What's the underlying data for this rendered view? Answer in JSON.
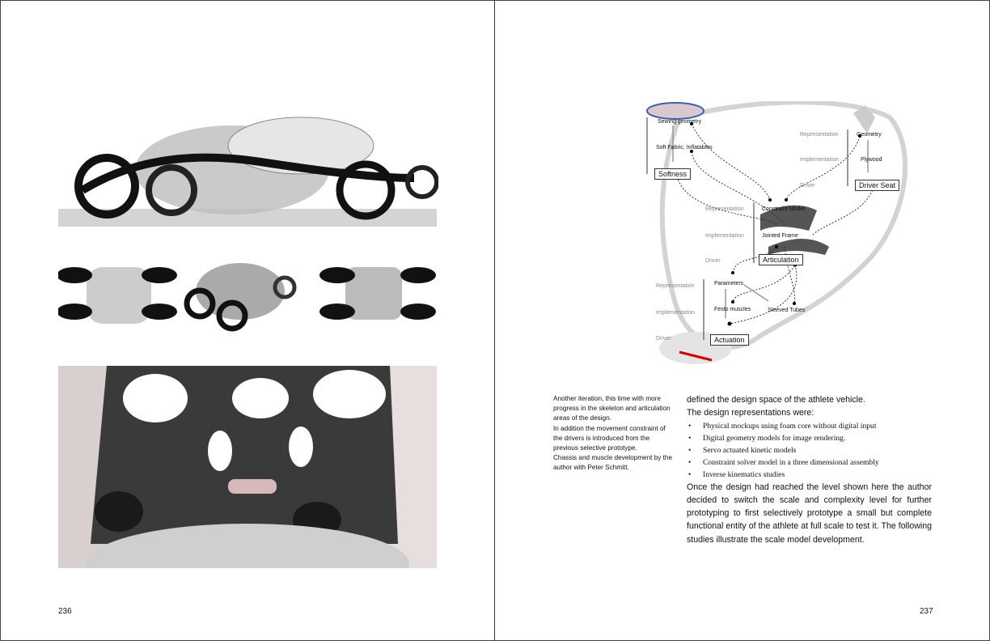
{
  "left_page": {
    "page_number": "236"
  },
  "right_page": {
    "page_number": "237",
    "diagram": {
      "softness": {
        "title": "Softness",
        "representation": "Sewing geometry",
        "implementation": "Soft Fabric, Inflatables"
      },
      "driver_seat": {
        "title": "Driver Seat",
        "representation": "Geometry",
        "implementation": "Plywood",
        "labels": [
          "Representation",
          "Implementation",
          "Driver"
        ]
      },
      "articulation": {
        "title": "Articulation",
        "representation": "Constraint Model",
        "implementation": "Jointed Frame",
        "labels": [
          "Representation",
          "Implementation",
          "Driver"
        ]
      },
      "actuation": {
        "title": "Actuation",
        "representation": "Parameters",
        "implementation_a": "Festo muscles",
        "implementation_b": "Sleeved Tubes",
        "labels": [
          "Representation",
          "Implementation",
          "Driver"
        ]
      }
    },
    "caption": [
      "Another iteration, this time with more progress in the skeleton and articulation areas of the design.",
      "In addition the movement constraint of the drivers is introduced from the previous selective prototype.",
      "Chassis and muscle development by the author with Peter Schmitt."
    ],
    "body": {
      "intro": [
        "defined the design space of the athlete vehicle.",
        "The design representations were:"
      ],
      "bullets": [
        "Physical mockups using foam core without digital input",
        "Digital geometry models for image rendering.",
        "Servo actuated kinetic models",
        "Constraint solver model in a three dimensional assembly",
        "Inverse kinematics studies"
      ],
      "closing": "Once the design had reached the level shown here the author decided to switch the scale and complexity level for further prototyping to first selectively prototype a small but complete functional entity of the athlete at full scale to test it. The following studies illustrate the scale model development."
    }
  }
}
